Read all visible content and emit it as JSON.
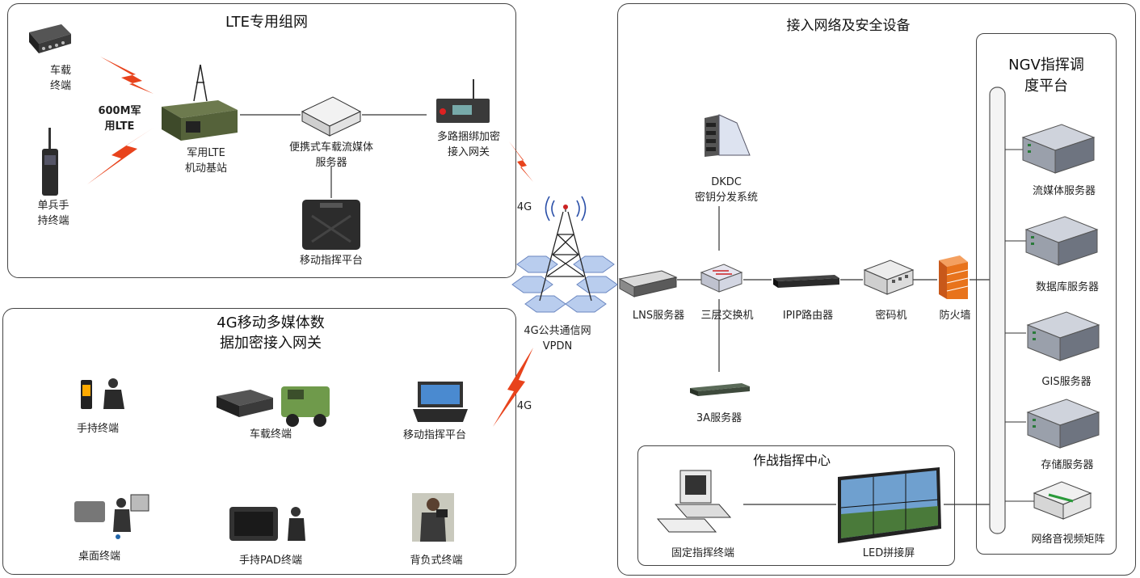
{
  "lte": {
    "title": "LTE专用组网",
    "vehicle_terminal": "车载\n终端",
    "lte_600m": "600M军\n用LTE",
    "handheld_terminal": "单兵手\n持终端",
    "base_station": "军用LTE\n机动基站",
    "media_server": "便携式车载流媒体\n服务器",
    "gateway": "多路捆绑加密\n接入网关",
    "mobile_platform": "移动指挥平台"
  },
  "g4": {
    "title": "4G移动多媒体数\n据加密接入网关",
    "handheld": "手持终端",
    "vehicle": "车载终端",
    "mobile_platform": "移动指挥平台",
    "desktop": "桌面终端",
    "pad": "手持PAD终端",
    "backpack": "背负式终端"
  },
  "center": {
    "label_4g_top": "4G",
    "label_4g_bottom": "4G",
    "network": "4G公共通信网\nVPDN"
  },
  "access": {
    "title": "接入网络及安全设备",
    "dkdc": "DKDC\n密钥分发系统",
    "lns": "LNS服务器",
    "switch": "三层交换机",
    "router": "IPIP路由器",
    "crypto": "密码机",
    "firewall": "防火墙",
    "aaa": "3A服务器"
  },
  "ngv": {
    "title": "NGV指挥调\n度平台",
    "streaming": "流媒体服务器",
    "database": "数据库服务器",
    "gis": "GIS服务器",
    "storage": "存储服务器",
    "matrix": "网络音视频矩阵"
  },
  "command": {
    "title": "作战指挥中心",
    "fixed_terminal": "固定指挥终端",
    "led": "LED拼接屏"
  },
  "colors": {
    "lightning": "#e8431c",
    "panel_border": "#444444",
    "firewall": "#e8731c",
    "hex_blue": "#b9cdee"
  }
}
